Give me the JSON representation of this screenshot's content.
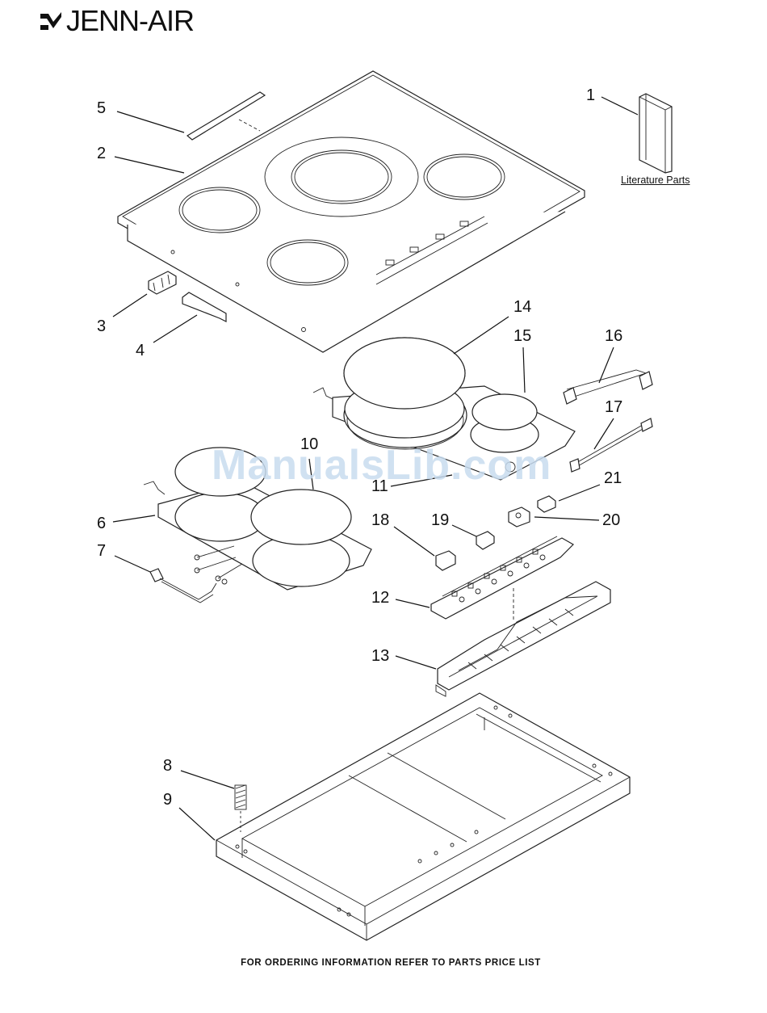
{
  "header": {
    "brand": "JENN-AIR",
    "brand_logo_icon": "jenn-air-logo-icon"
  },
  "literature_label": "Literature Parts",
  "watermark": "ManualsLib.com",
  "footer": {
    "text": "FOR ORDERING INFORMATION REFER TO PARTS PRICE LIST"
  },
  "callouts": [
    "1",
    "2",
    "3",
    "4",
    "5",
    "6",
    "7",
    "8",
    "9",
    "10",
    "11",
    "12",
    "13",
    "14",
    "15",
    "16",
    "17",
    "18",
    "19",
    "20",
    "21"
  ]
}
